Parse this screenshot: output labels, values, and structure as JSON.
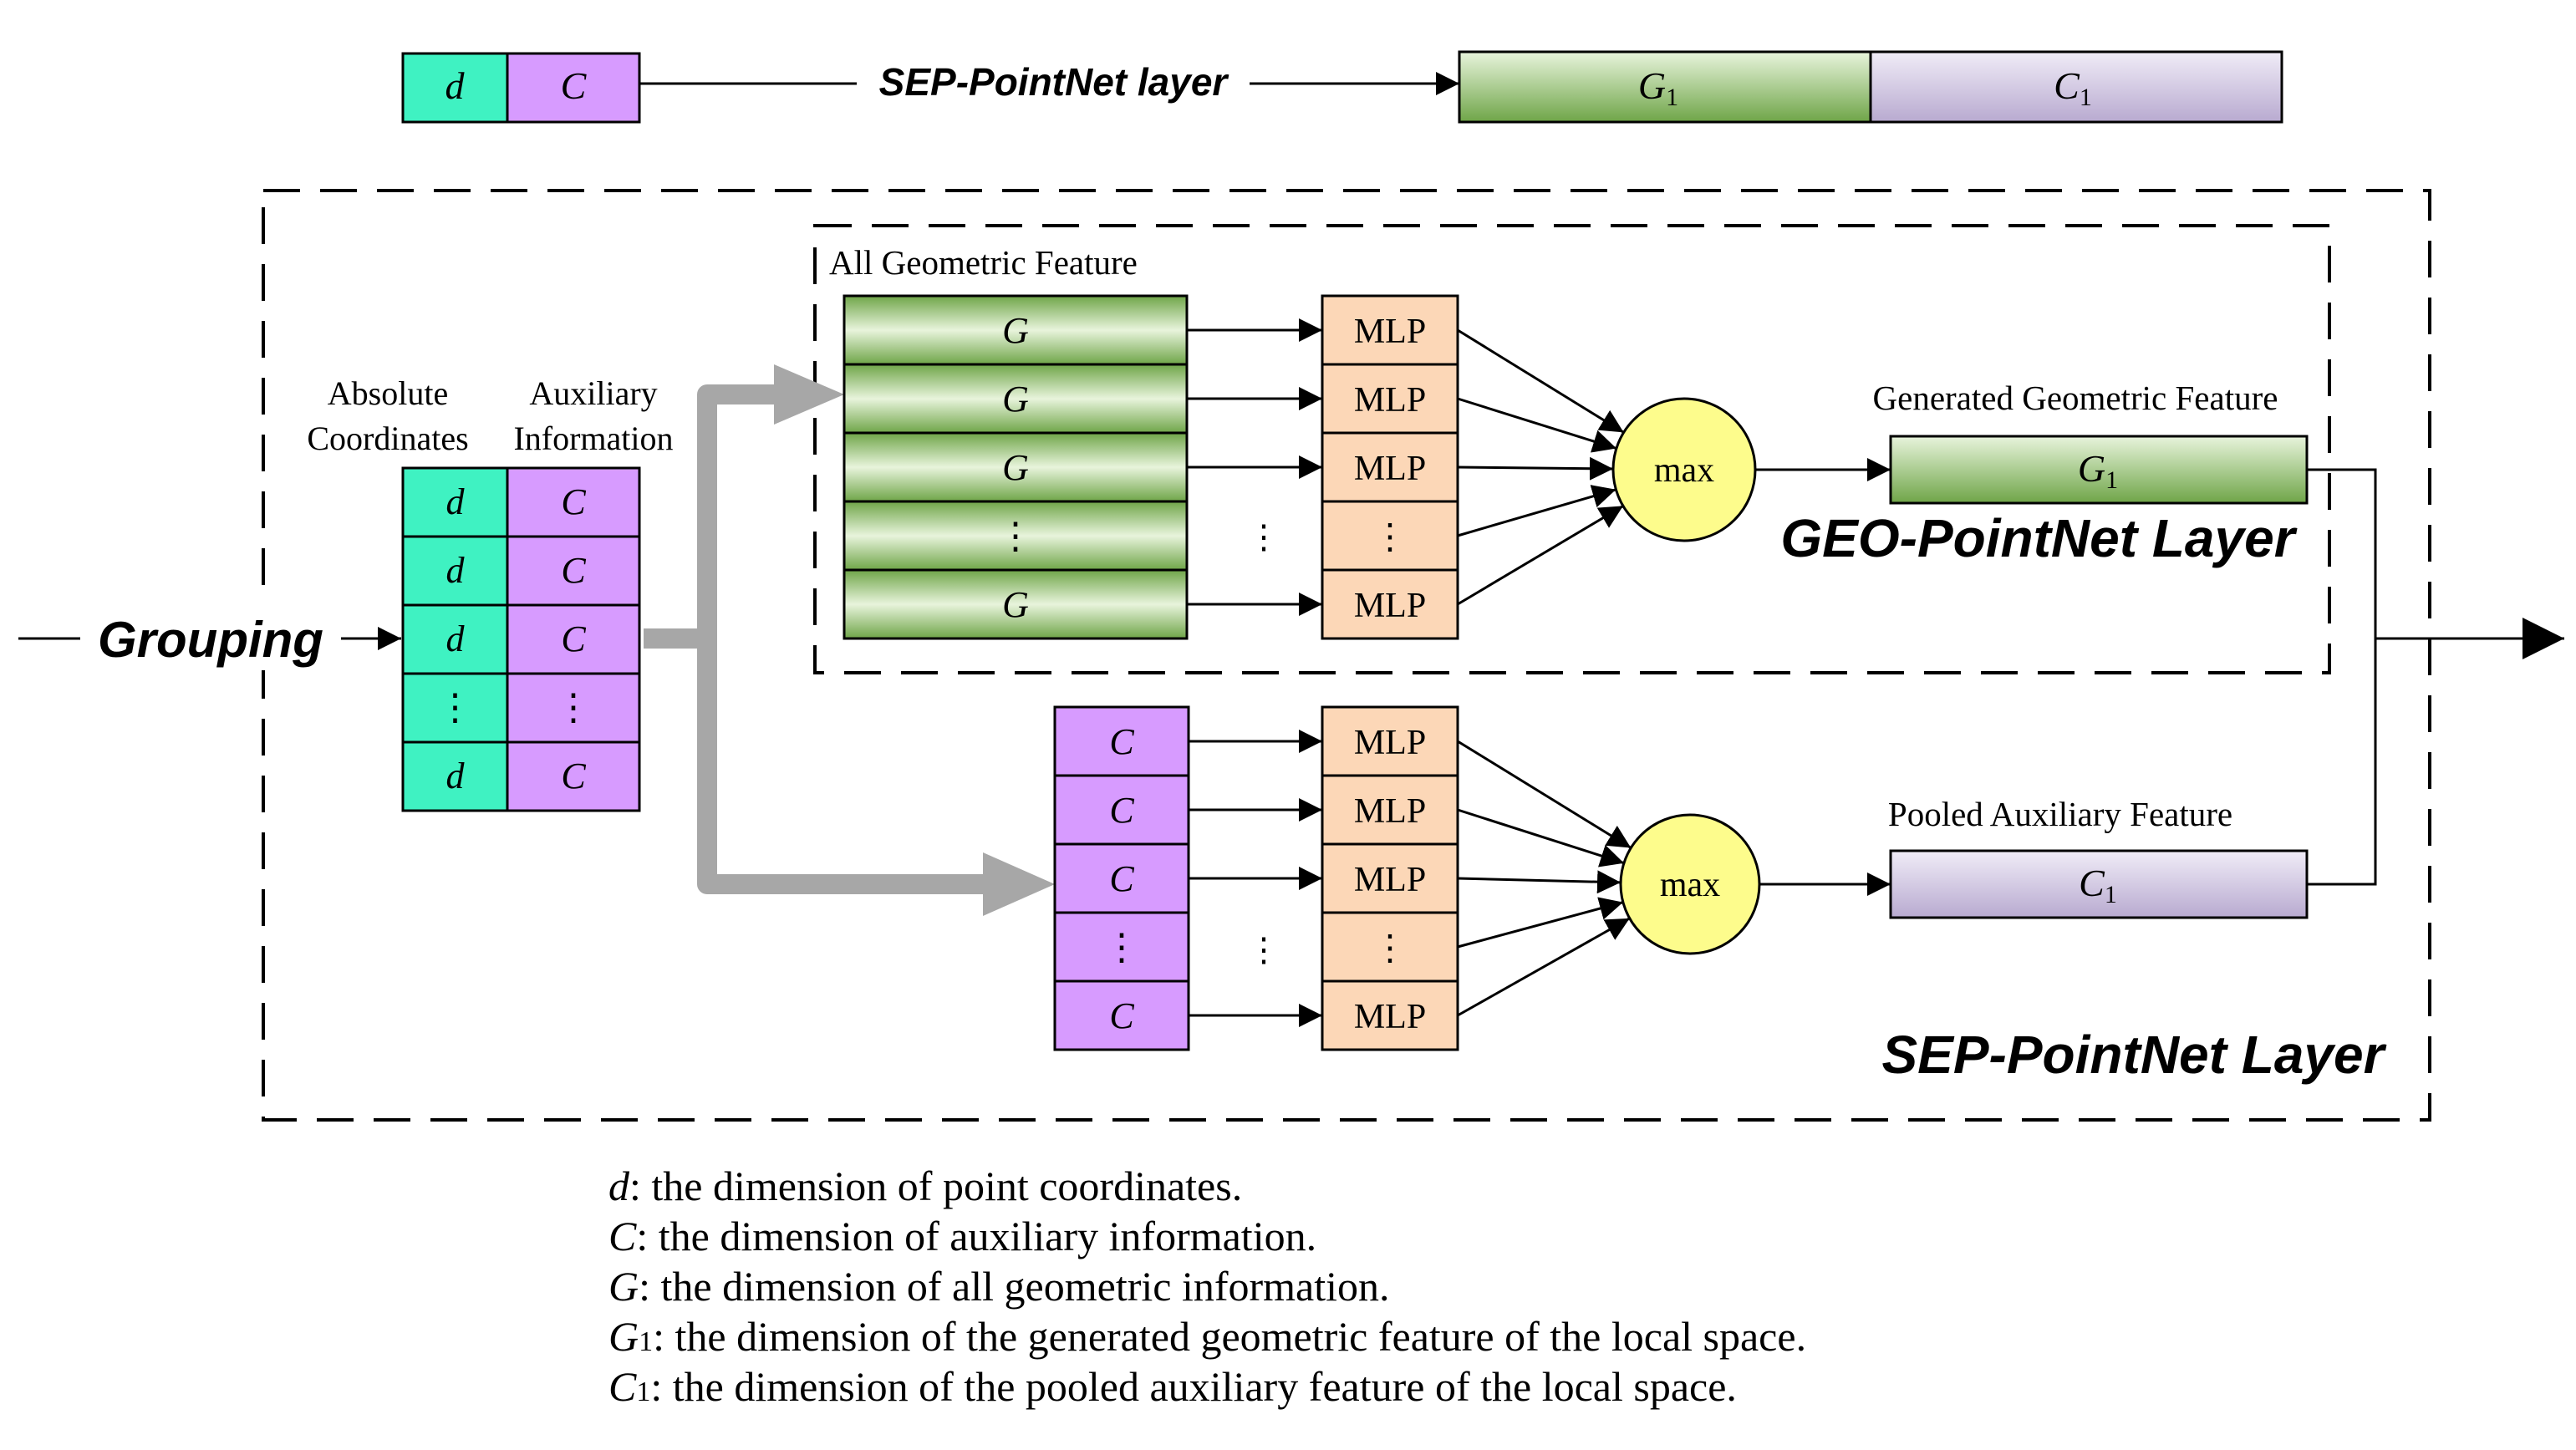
{
  "top_bar": {
    "left_cells": [
      "d",
      "C"
    ],
    "label": "SEP-PointNet layer",
    "right_cells": [
      {
        "base": "G",
        "sub": "1"
      },
      {
        "base": "C",
        "sub": "1"
      }
    ]
  },
  "grouping_label": "Grouping",
  "input_table": {
    "header_left": [
      "Absolute",
      "Coordinates"
    ],
    "header_right": [
      "Auxiliary",
      "Information"
    ],
    "rows": [
      [
        "d",
        "C"
      ],
      [
        "d",
        "C"
      ],
      [
        "d",
        "C"
      ],
      [
        "⋮",
        "⋮"
      ],
      [
        "d",
        "C"
      ]
    ]
  },
  "geo_branch": {
    "title": "All Geometric Feature",
    "features": [
      "G",
      "G",
      "G",
      "⋮",
      "G"
    ],
    "mlps": [
      "MLP",
      "MLP",
      "MLP",
      "⋮",
      "MLP"
    ],
    "between_dots": "⋮",
    "pool": "max",
    "output_title": "Generated Geometric Feature",
    "output": {
      "base": "G",
      "sub": "1"
    },
    "layer_label": "GEO-PointNet Layer"
  },
  "aux_branch": {
    "features": [
      "C",
      "C",
      "C",
      "⋮",
      "C"
    ],
    "mlps": [
      "MLP",
      "MLP",
      "MLP",
      "⋮",
      "MLP"
    ],
    "between_dots": "⋮",
    "pool": "max",
    "output_title": "Pooled Auxiliary Feature",
    "output": {
      "base": "C",
      "sub": "1"
    }
  },
  "sep_layer_label": "SEP-PointNet Layer",
  "legend": [
    {
      "sym": "d",
      "sub": "",
      "text": ": the dimension of point coordinates."
    },
    {
      "sym": "C",
      "sub": "",
      "text": ": the dimension of auxiliary information."
    },
    {
      "sym": "G",
      "sub": "",
      "text": ": the dimension of all geometric information."
    },
    {
      "sym": "G",
      "sub": "1",
      "text": ": the dimension of the generated geometric feature of the local space."
    },
    {
      "sym": "C",
      "sub": "1",
      "text": ": the dimension of the pooled auxiliary feature of the local space."
    }
  ],
  "colors": {
    "teal": "#3ff2c2",
    "violet": "#d79bff",
    "mlp_peach": "#fcd7b7",
    "max_yellow": "#fdfc8c",
    "green_dark": "#6ea646",
    "green_light": "#e6f3da",
    "lavender": "#bbaed2",
    "lavender_light": "#efebf6",
    "gray_arrow": "#a7a7a7"
  }
}
